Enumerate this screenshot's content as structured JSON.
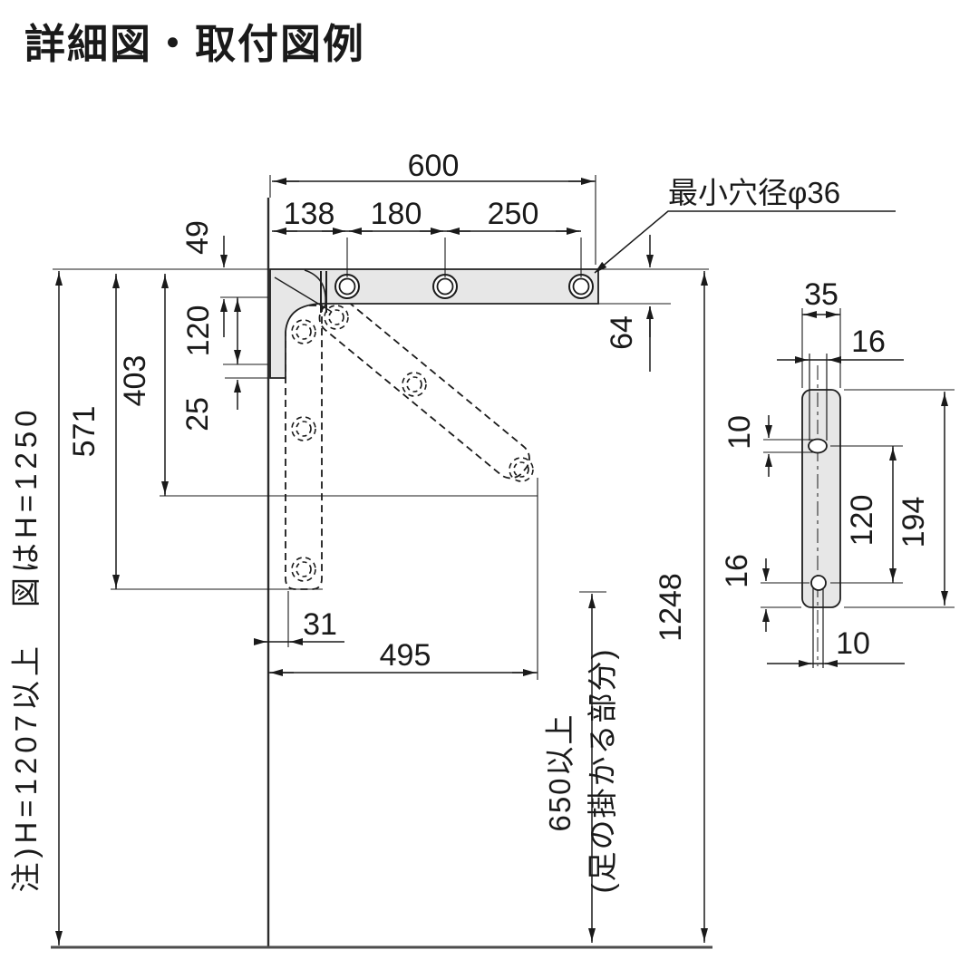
{
  "title": "詳細図・取付図例",
  "main_view": {
    "overall_width": "600",
    "pitch_left": "138",
    "pitch_mid": "180",
    "pitch_right": "250",
    "offset_top": "49",
    "plate_pitch": "120",
    "plate_bottom": "25",
    "drop_to_leg_tip": "403",
    "drop_to_leg_bottom": "571",
    "arm_depth": "64",
    "total_height": "1248",
    "min_hole": "最小穴径φ36",
    "leg_fold_offset": "31",
    "leg_spread": "495",
    "foot_clearance": "650以上",
    "foot_clearance_note": "(足の掛かる部分)",
    "height_note": "注)H=1207以上　図はH=1250"
  },
  "side_view": {
    "width": "35",
    "slot_width": "16",
    "hole_height": "10",
    "hole_pitch": "120",
    "plate_height": "194",
    "bottom_offset": "16",
    "slot_width_bottom": "10"
  }
}
